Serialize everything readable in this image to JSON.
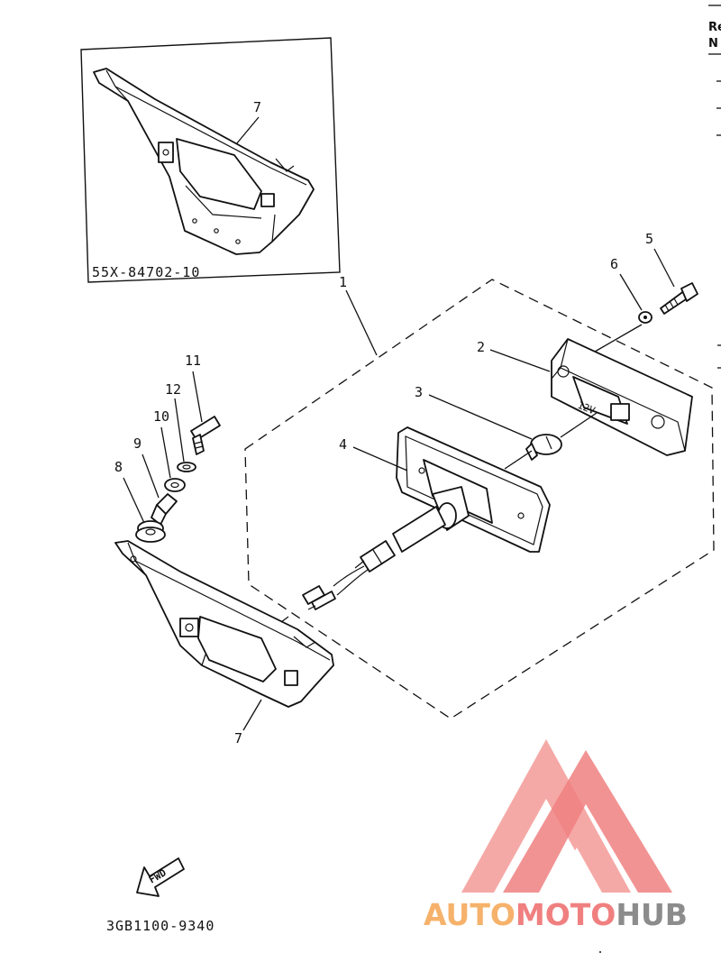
{
  "callouts": {
    "c1": "1",
    "c2": "2",
    "c3": "3",
    "c4": "4",
    "c5": "5",
    "c6": "6",
    "c7_inset": "7",
    "c7_main": "7",
    "c8": "8",
    "c9": "9",
    "c10": "10",
    "c11": "11",
    "c12": "12"
  },
  "inset": {
    "part_number": "55X-84702-10"
  },
  "diagram_code": "3GB1100-9340",
  "fwd_label": "FWD",
  "bulb_marking": "12V",
  "edge_text": {
    "line1": "Re",
    "line2": "N"
  },
  "watermark": {
    "part1": "AUTO",
    "part2": "MOTO",
    "part3": "HUB"
  },
  "colors": {
    "watermark_red": "#f08080",
    "watermark_orange": "#f6b26b",
    "watermark_gray": "#8c8c8c",
    "line": "#111111"
  }
}
